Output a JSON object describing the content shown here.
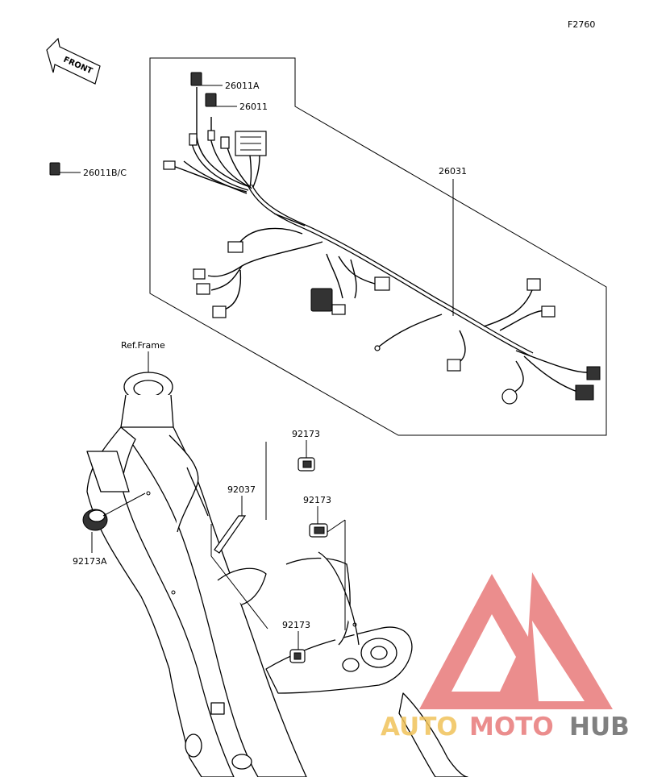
{
  "diagram_code": "F2760",
  "front_label": "FRONT",
  "ref_frame": "Ref.Frame",
  "parts": {
    "p26011A": "26011A",
    "p26011": "26011",
    "p26011BC": "26011B/C",
    "p26031": "26031",
    "p92173_top": "92173",
    "p92173_mid": "92173",
    "p92173_low": "92173",
    "p92037": "92037",
    "p92173A": "92173A"
  },
  "watermark": {
    "part1": "AUTO",
    "part2": "MOTO",
    "part3": "HUB",
    "color_primary": "#e87a7a",
    "color_secondary": "#f0c35a",
    "color_tertiary": "#6b6b6b"
  }
}
